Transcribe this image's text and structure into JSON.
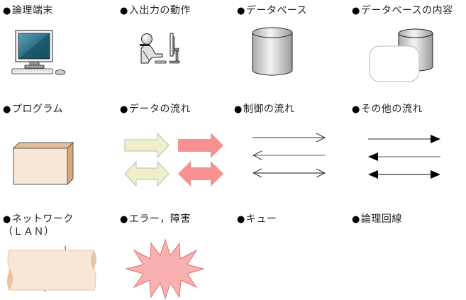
{
  "legend": {
    "items": [
      {
        "id": "terminal",
        "bullet": "●",
        "label": "論理端末",
        "icon": "computer-terminal-icon"
      },
      {
        "id": "io",
        "bullet": "●",
        "label": "入出力の動作",
        "icon": "person-at-computer-icon"
      },
      {
        "id": "database",
        "bullet": "●",
        "label": "データベース",
        "icon": "database-cylinder-icon"
      },
      {
        "id": "db-content",
        "bullet": "●",
        "label": "データベースの内容",
        "icon": "database-content-icon"
      },
      {
        "id": "program",
        "bullet": "●",
        "label": "プログラム",
        "icon": "program-box-icon"
      },
      {
        "id": "data-flow",
        "bullet": "●",
        "label": "データの流れ",
        "icon": "data-flow-arrows-icon"
      },
      {
        "id": "control-flow",
        "bullet": "●",
        "label": "制御の流れ",
        "icon": "control-flow-arrows-icon"
      },
      {
        "id": "other-flow",
        "bullet": "●",
        "label": "その他の流れ",
        "icon": "other-flow-arrows-icon"
      },
      {
        "id": "network",
        "bullet": "●",
        "label": "ネットワーク",
        "label2": "（ＬＡＮ）",
        "icon": "lan-network-icon"
      },
      {
        "id": "error",
        "bullet": "●",
        "label": "エラー，障害",
        "icon": "error-starburst-icon"
      },
      {
        "id": "queue",
        "bullet": "●",
        "label": "キュー",
        "icon": "queue-icon"
      },
      {
        "id": "logical-line",
        "bullet": "●",
        "label": "論理回線",
        "icon": "logical-line-pipe-icon"
      }
    ]
  },
  "colors": {
    "screen_dark": "#1c5a70",
    "screen_light": "#5aa3b5",
    "program_front": "#f8e6d6",
    "program_side": "#d9a77c",
    "data_flow_light": "#f0f0c8",
    "data_flow_red": "#f79090",
    "error_fill": "#f9b0b0",
    "error_stroke": "#e07070",
    "lan_node": "#f2f2c4",
    "pipe_fill": "#f8e6d6",
    "pipe_end": "#e8c4a4"
  }
}
